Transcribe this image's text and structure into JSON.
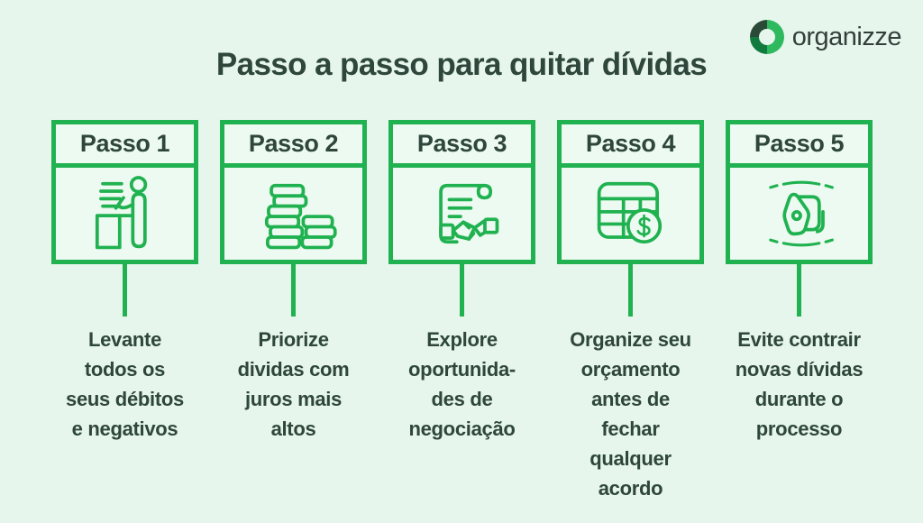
{
  "page": {
    "background": "#e7f6ec",
    "accent_green": "#20b250",
    "text_color": "#2e463b",
    "title": "Passo a passo para quitar dívidas"
  },
  "logo": {
    "wordmark": "organizze",
    "icon": "organizze-donut-icon",
    "icon_colors": {
      "bright_green": "#2eb95f",
      "medium_green": "#107a3f",
      "dark_green": "#2a4936"
    }
  },
  "steps": [
    {
      "label": "Passo 1",
      "icon": "person-listing-debts-icon",
      "description": "Levante\ntodos os\nseus débitos\ne negativos"
    },
    {
      "label": "Passo 2",
      "icon": "coin-stacks-icon",
      "description": "Priorize\ndividas com\njuros mais\naltos"
    },
    {
      "label": "Passo 3",
      "icon": "contract-handshake-icon",
      "description": "Explore\noportunida-\ndes de\nnegociação"
    },
    {
      "label": "Passo 4",
      "icon": "budget-spreadsheet-icon",
      "description": "Organize seu\norçamento\nantes de\nfechar\nqualquer\nacordo"
    },
    {
      "label": "Passo 5",
      "icon": "open-door-icon",
      "description": "Evite contrair\nnovas dívidas\ndurante o\nprocesso"
    }
  ]
}
